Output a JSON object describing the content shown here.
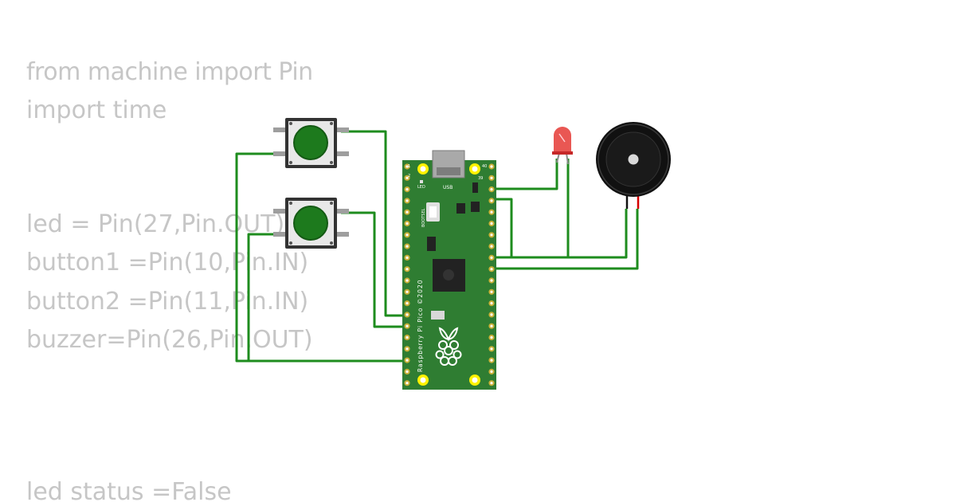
{
  "code_lines": [
    "from machine import Pin",
    "import time",
    "led = Pin(27,Pin.OUT)",
    "button1 =Pin(10,Pin.IN)",
    "button2 =Pin(11,Pin.IN)",
    "buzzer=Pin(26,Pin.OUT)",
    "led  status =False"
  ],
  "board": {
    "name_label": "Raspberry Pi Pico ©2020",
    "usb_label": "USB",
    "led_label": "LED",
    "bootsel_label": "BOOTSEL",
    "pin_1": "1",
    "pin_2": "2",
    "pin_39": "39",
    "pin_40": "40"
  },
  "colors": {
    "wire": "#1e8c1e",
    "board": "#2f7d32",
    "button_cap": "#1d7a1d",
    "led": "#e53935",
    "buzzer": "#111111"
  }
}
